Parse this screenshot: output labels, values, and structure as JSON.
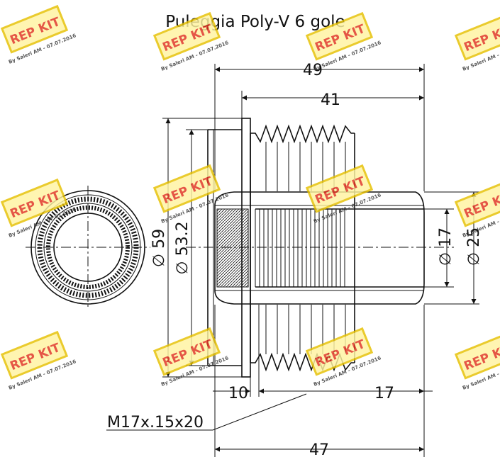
{
  "title": "Puleggia Poly-V 6 gole",
  "watermark": {
    "brand_left": "REP",
    "brand_right": "KIT",
    "credit": "By Saleri AM - 07.07.2016",
    "fill_color": "#fff4a0",
    "border_color": "#e6c000",
    "text_color": "#e0321e"
  },
  "dimensions": {
    "overall_width": "49",
    "pulley_width": "41",
    "total_length": "47",
    "dia_flange": "∅ 59",
    "dia_groove": "∅ 53.2",
    "dia_bore": "∅ 17",
    "dia_hub": "∅ 25",
    "thread_depth": "10",
    "hub_length": "17",
    "thread_spec": "M17x.15x20"
  }
}
